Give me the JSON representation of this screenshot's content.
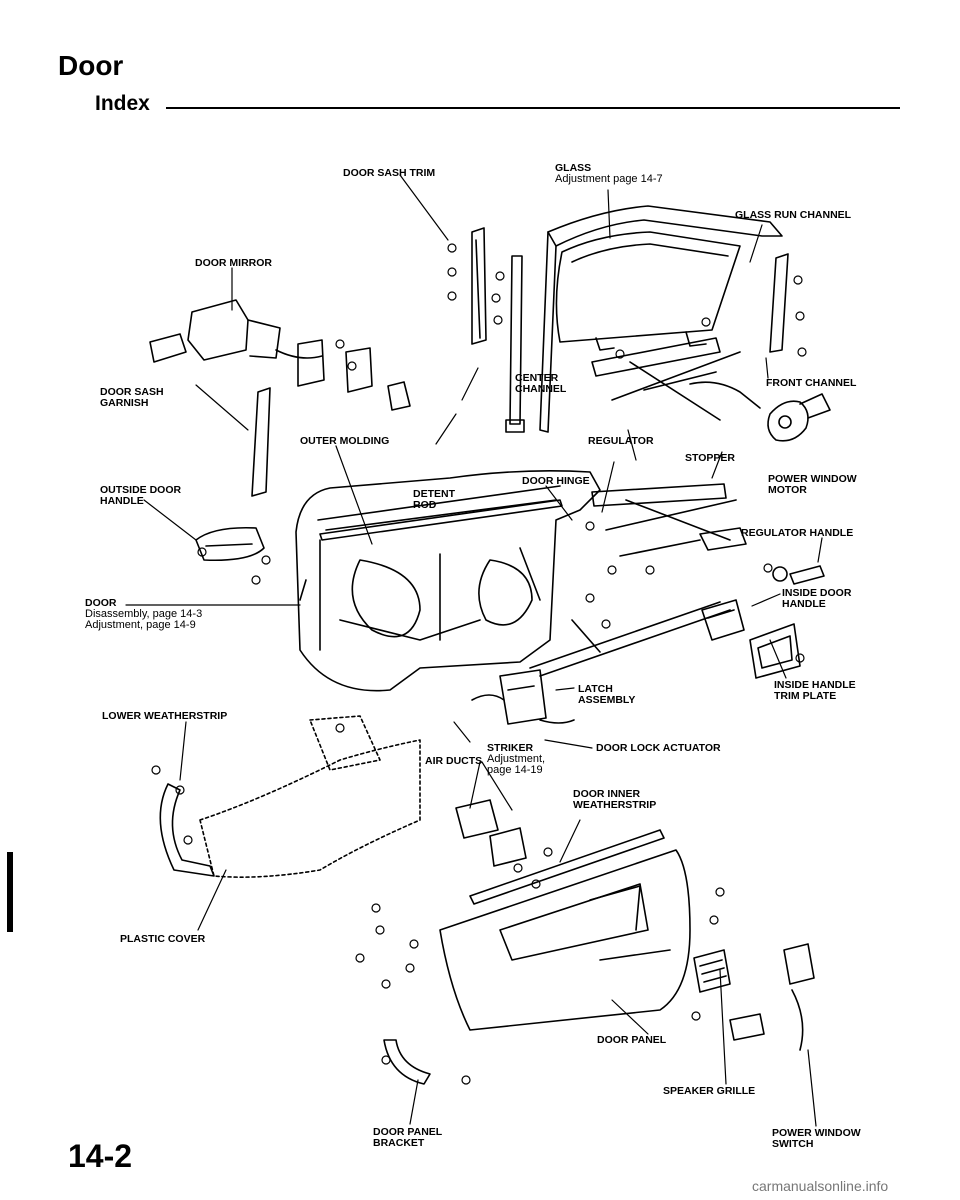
{
  "header": {
    "title": "Door",
    "subtitle": "Index"
  },
  "page_number": "14-2",
  "watermark": "carmanualsonline.info",
  "labels": {
    "door_sash_trim": "DOOR SASH TRIM",
    "glass": {
      "name": "GLASS",
      "note": "Adjustment page 14-7"
    },
    "glass_run_channel": "GLASS RUN CHANNEL",
    "door_mirror": "DOOR MIRROR",
    "center_channel": [
      "CENTER",
      "CHANNEL"
    ],
    "front_channel": "FRONT CHANNEL",
    "door_sash_garnish": [
      "DOOR SASH",
      "GARNISH"
    ],
    "outer_molding": "OUTER MOLDING",
    "regulator": "REGULATOR",
    "stopper": "STOPPER",
    "power_window_motor": [
      "POWER WINDOW",
      "MOTOR"
    ],
    "outside_door_handle": [
      "OUTSIDE DOOR",
      "HANDLE"
    ],
    "detent_rod": [
      "DETENT",
      "ROD"
    ],
    "door_hinge": "DOOR HINGE",
    "regulator_handle": "REGULATOR HANDLE",
    "door": {
      "name": "DOOR",
      "notes": [
        "Disassembly, page 14-3",
        "Adjustment, page 14-9"
      ]
    },
    "inside_door_handle": [
      "INSIDE DOOR",
      "HANDLE"
    ],
    "inside_handle_trim_plate": [
      "INSIDE HANDLE",
      "TRIM PLATE"
    ],
    "latch_assembly": [
      "LATCH",
      "ASSEMBLY"
    ],
    "lower_weatherstrip": "LOWER WEATHERSTRIP",
    "striker": {
      "name": "STRIKER",
      "notes": [
        "Adjustment,",
        "page 14-19"
      ]
    },
    "door_lock_actuator": "DOOR LOCK ACTUATOR",
    "air_ducts": "AIR DUCTS",
    "door_inner_weatherstrip": [
      "DOOR INNER",
      "WEATHERSTRIP"
    ],
    "plastic_cover": "PLASTIC COVER",
    "door_panel": "DOOR PANEL",
    "speaker_grille": "SPEAKER GRILLE",
    "door_panel_bracket": [
      "DOOR PANEL",
      "BRACKET"
    ],
    "power_window_switch": [
      "POWER WINDOW",
      "SWITCH"
    ]
  }
}
